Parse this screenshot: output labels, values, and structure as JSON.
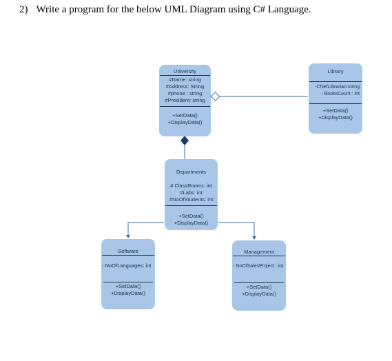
{
  "question": {
    "number": "2)",
    "text": "Write a program for the below UML Diagram using C# Language."
  },
  "classes": {
    "university": {
      "name": "University",
      "attributes": [
        "#Name: string",
        "#Address: String",
        "#phone : string",
        "#President: string"
      ],
      "operations": [
        "+SetData()",
        "+DisplayData()"
      ]
    },
    "library": {
      "name": "Library",
      "attributes": [
        "-ChiefLibrarian:string",
        "- BooksCount : int"
      ],
      "operations": [
        "+SetData()",
        "+DisplayData()"
      ]
    },
    "departments": {
      "name": "Departments",
      "attributes": [
        "# ClassRooms: int",
        "#Labs: int",
        "#NoOfStudents: int"
      ],
      "operations": [
        "+SetData()",
        "+DisplayData()"
      ]
    },
    "software": {
      "name": "Software",
      "attributes": [
        "- NoOfLanguages: int"
      ],
      "operations": [
        "+SetData()",
        "+DisplayData()"
      ]
    },
    "management": {
      "name": "Management",
      "attributes": [
        "- NoOfSalesProject : int"
      ],
      "operations": [
        "+SetData()",
        "+DisplayData()"
      ]
    }
  },
  "relationships": [
    {
      "from": "University",
      "to": "Library",
      "type": "aggregation"
    },
    {
      "from": "University",
      "to": "Departments",
      "type": "composition"
    },
    {
      "from": "Departments",
      "to": "Software",
      "type": "association"
    },
    {
      "from": "Departments",
      "to": "Management",
      "type": "association"
    }
  ],
  "colors": {
    "class_fill": "#a9c6e8",
    "line": "#3f6ea6",
    "text": "#1f2f4a",
    "composition_diamond": "#1f3a5f"
  }
}
